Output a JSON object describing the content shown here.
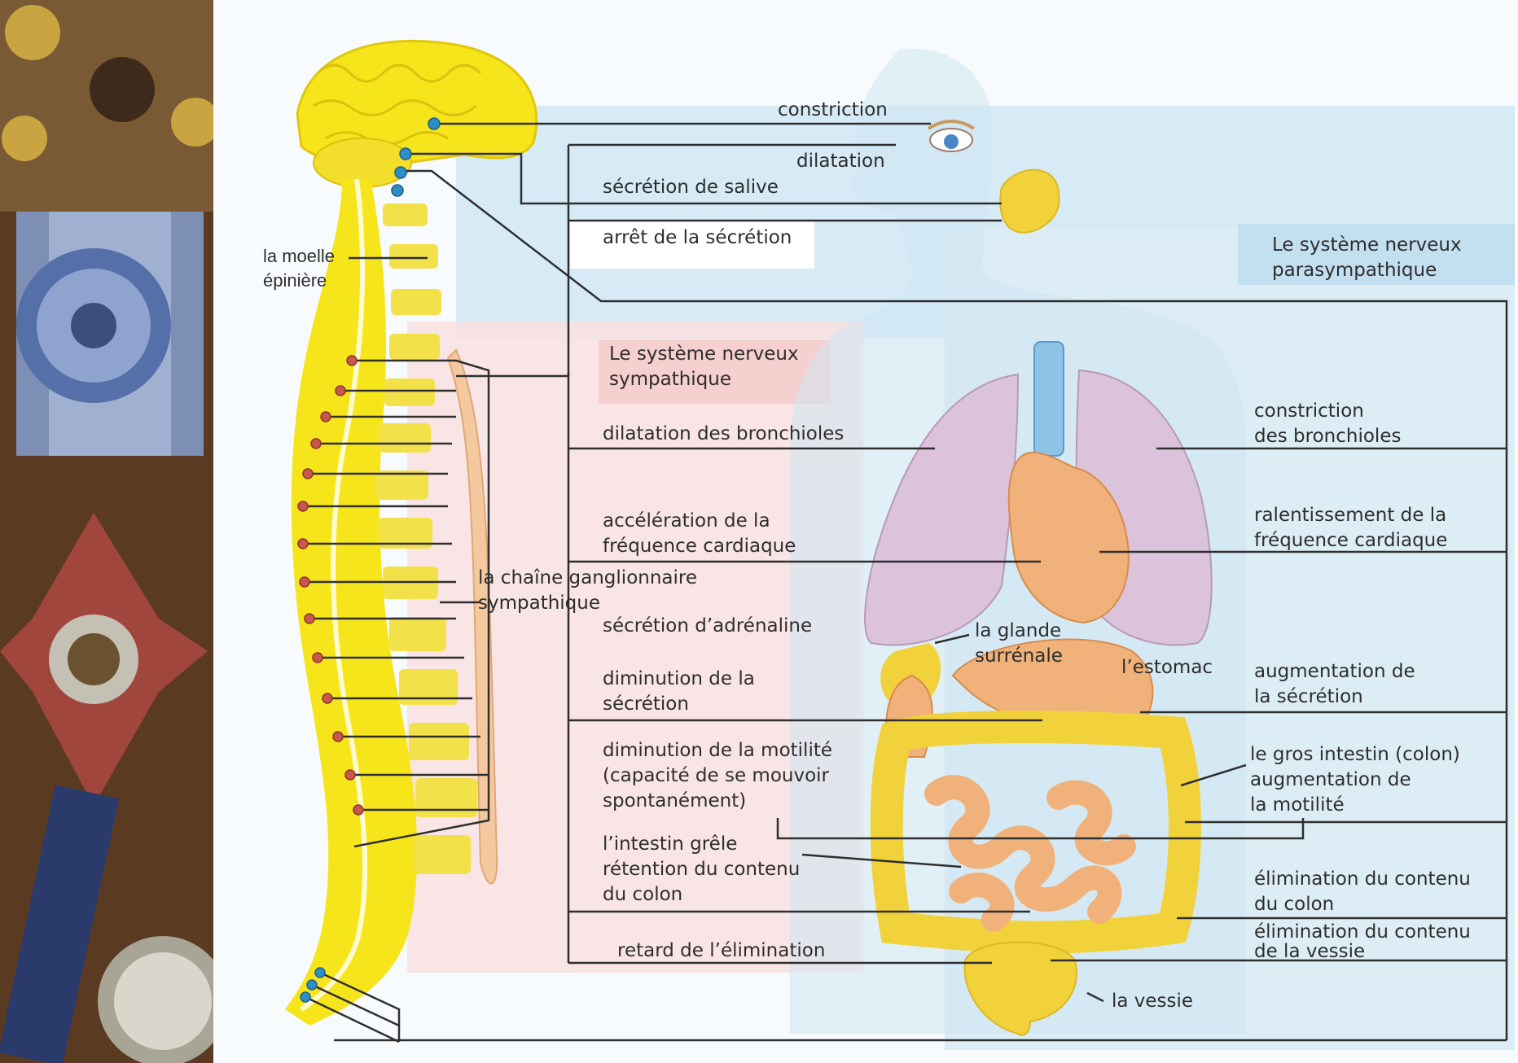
{
  "colors": {
    "parasympathetic_band": "#d6ebf6",
    "sympathetic_band": "#f9dcdc",
    "nerve_yellow": "#f7e51c",
    "lung_pink": "#dcc3dc",
    "organ_orange": "#f0b27a",
    "node_blue": "#2e8fc7",
    "node_red": "#c8574c",
    "line": "#2f2f2f"
  },
  "labels": {
    "spinal_cord": [
      "la moelle",
      "épinière"
    ],
    "ganglion_chain": [
      "la chaîne ganglionnaire",
      "sympathique"
    ],
    "sympathetic_title": [
      "Le système nerveux",
      "sympathique"
    ],
    "parasympathetic_title": [
      "Le système nerveux",
      "parasympathique"
    ],
    "eye_constriction": [
      "constriction"
    ],
    "eye_dilation": [
      "dilatation"
    ],
    "saliva_secretion": [
      "sécrétion de salive"
    ],
    "saliva_stop": [
      "arrêt de la sécrétion"
    ],
    "bronchi_dilation": [
      "dilatation des bronchioles"
    ],
    "bronchi_constriction": [
      "constriction",
      "des bronchioles"
    ],
    "heart_acceleration": [
      "accélération de la",
      "fréquence cardiaque"
    ],
    "heart_slowing": [
      "ralentissement de la",
      "fréquence cardiaque"
    ],
    "adrenaline": [
      "sécrétion d’adrénaline"
    ],
    "adrenal_gland": [
      "la glande",
      "surrénale"
    ],
    "stomach": [
      "l’estomac"
    ],
    "secretion_decrease": [
      "diminution de la",
      "sécrétion"
    ],
    "secretion_increase": [
      "augmentation de",
      "la sécrétion"
    ],
    "motility_decrease": [
      "diminution de la motilité",
      "(capacité de se mouvoir",
      "spontanément)"
    ],
    "colon_motility": [
      "le gros intestin (colon)",
      "augmentation de",
      "la motilité"
    ],
    "small_intestine": [
      "l’intestin grêle",
      "rétention du contenu",
      "du colon"
    ],
    "colon_elimination": [
      "élimination du contenu",
      "du colon"
    ],
    "bladder_elimination": [
      "élimination du contenu",
      "de la vessie"
    ],
    "elimination_delay": [
      "retard de l’élimination"
    ],
    "bladder": [
      "la vessie"
    ]
  }
}
